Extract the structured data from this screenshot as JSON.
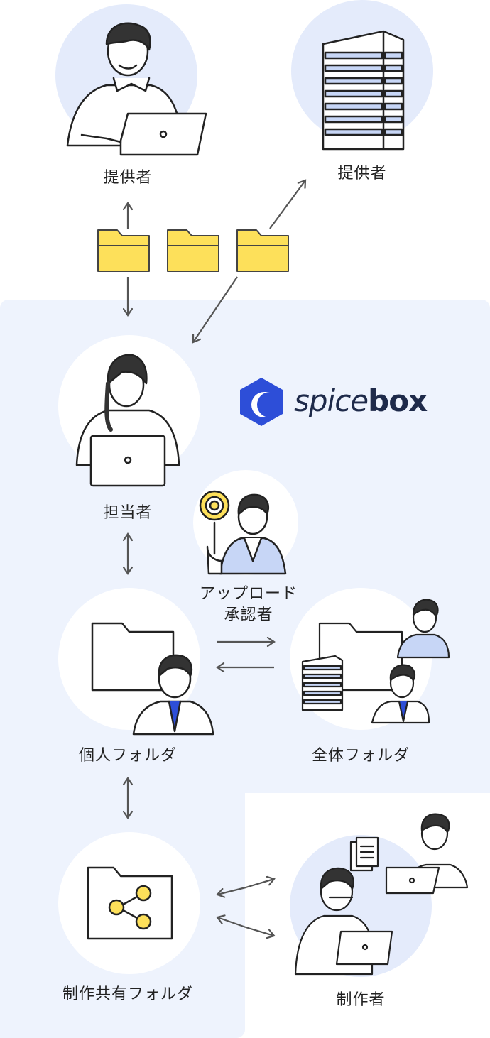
{
  "nodes": {
    "provider_person": {
      "label": "提供者"
    },
    "provider_company": {
      "label": "提供者"
    },
    "manager": {
      "label": "担当者"
    },
    "approver": {
      "label_line1": "アップロード",
      "label_line2": "承認者"
    },
    "personal_folder": {
      "label": "個人フォルダ"
    },
    "all_folder": {
      "label": "全体フォルダ"
    },
    "shared_folder": {
      "label": "制作共有フォルダ"
    },
    "creator": {
      "label": "制作者"
    }
  },
  "brand": {
    "name_light": "spice",
    "name_bold": "box",
    "colors": {
      "blue": "#2d4ed8",
      "red": "#ef3b5a",
      "navy": "#1e2a4a"
    }
  },
  "colors": {
    "panel": "#eef3fd",
    "circle": "#ffffff",
    "circle_tint": "#e1e9fb",
    "folder_yellow": "#fde05a",
    "arrow": "#555555"
  }
}
